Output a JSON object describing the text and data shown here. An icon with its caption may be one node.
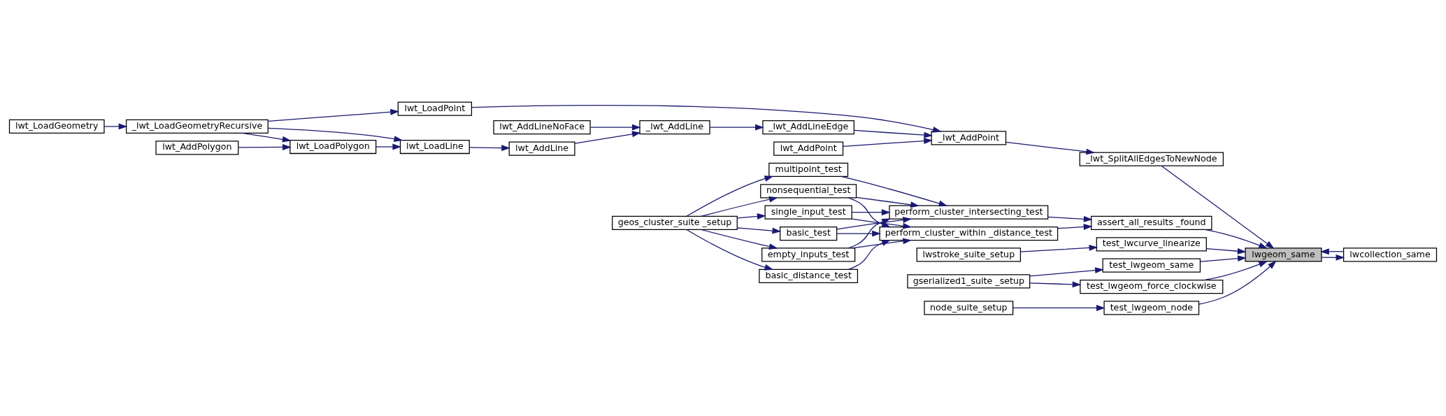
{
  "diagram": {
    "nodes": [
      {
        "text": [
          "lwt_LoadGeometry"
        ]
      },
      {
        "text": [
          "_lwt_LoadGeometryRecursive"
        ]
      },
      {
        "text": [
          "lwt_AddPolygon"
        ]
      },
      {
        "text": [
          "lwt_LoadPolygon"
        ]
      },
      {
        "text": [
          "lwt_LoadLine"
        ]
      },
      {
        "text": [
          "lwt_LoadPoint"
        ]
      },
      {
        "text": [
          "lwt_AddLine"
        ]
      },
      {
        "text": [
          "lwt_AddLineNoFace"
        ]
      },
      {
        "text": [
          "_lwt_AddLine"
        ]
      },
      {
        "text": [
          "_lwt_AddLineEdge"
        ]
      },
      {
        "text": [
          "lwt_AddPoint"
        ]
      },
      {
        "text": [
          "_lwt_AddPoint"
        ]
      },
      {
        "text": [
          "_lwt_SplitAllEdgesToNewNode"
        ]
      },
      {
        "text": [
          "geos_cluster_suite _setup"
        ]
      },
      {
        "text": [
          "basic_distance_test"
        ]
      },
      {
        "text": [
          "empty_inputs_test"
        ]
      },
      {
        "text": [
          "nonsequential_test"
        ]
      },
      {
        "text": [
          "single_input_test"
        ]
      },
      {
        "text": [
          "basic_test"
        ]
      },
      {
        "text": [
          "multipoint_test"
        ]
      },
      {
        "text": [
          "perform_cluster_within _distance_test"
        ]
      },
      {
        "text": [
          "perform_cluster_intersecting_test"
        ]
      },
      {
        "text": [
          "assert_all_results _found"
        ]
      },
      {
        "text": [
          "lwstroke_suite_setup"
        ]
      },
      {
        "text": [
          "gserialized1_suite _setup"
        ]
      },
      {
        "text": [
          "node_suite_setup"
        ]
      },
      {
        "text": [
          "lwcollection_same"
        ]
      },
      {
        "text": [
          "test_lwcurve_linearize"
        ]
      },
      {
        "text": [
          "test_lwgeom_same"
        ]
      },
      {
        "text": [
          "test_lwgeom_force_clockwise"
        ]
      },
      {
        "text": [
          "test_lwgeom_node"
        ]
      },
      {
        "text": [
          "lwgeom_same"
        ]
      }
    ],
    "edges": [
      {
        "from": 0,
        "to": 1,
        "arrow": "to"
      },
      {
        "from": 1,
        "to": 3,
        "arrow": "to"
      },
      {
        "from": 1,
        "to": 4,
        "arrow": "to"
      },
      {
        "from": 1,
        "to": 5,
        "arrow": "to"
      },
      {
        "from": 2,
        "to": 3,
        "arrow": "to"
      },
      {
        "from": 3,
        "to": 4,
        "arrow": "to"
      },
      {
        "from": 4,
        "to": 6,
        "arrow": "to"
      },
      {
        "from": 6,
        "to": 8,
        "arrow": "to"
      },
      {
        "from": 7,
        "to": 8,
        "arrow": "to"
      },
      {
        "from": 8,
        "to": 9,
        "arrow": "to"
      },
      {
        "from": 9,
        "to": 11,
        "arrow": "to"
      },
      {
        "from": 5,
        "to": 11,
        "arrow": "to"
      },
      {
        "from": 10,
        "to": 11,
        "arrow": "to"
      },
      {
        "from": 11,
        "to": 12,
        "arrow": "to"
      },
      {
        "from": 12,
        "to": 31,
        "arrow": "to"
      },
      {
        "from": 13,
        "to": 14,
        "arrow": "to"
      },
      {
        "from": 13,
        "to": 15,
        "arrow": "to"
      },
      {
        "from": 13,
        "to": 16,
        "arrow": "to"
      },
      {
        "from": 13,
        "to": 17,
        "arrow": "to"
      },
      {
        "from": 13,
        "to": 18,
        "arrow": "to"
      },
      {
        "from": 13,
        "to": 19,
        "arrow": "to"
      },
      {
        "from": 14,
        "to": 20,
        "arrow": "to"
      },
      {
        "from": 15,
        "to": 20,
        "arrow": "to"
      },
      {
        "from": 16,
        "to": 20,
        "arrow": "to"
      },
      {
        "from": 17,
        "to": 20,
        "arrow": "to"
      },
      {
        "from": 18,
        "to": 20,
        "arrow": "to"
      },
      {
        "from": 15,
        "to": 21,
        "arrow": "to"
      },
      {
        "from": 16,
        "to": 21,
        "arrow": "to"
      },
      {
        "from": 17,
        "to": 21,
        "arrow": "to"
      },
      {
        "from": 18,
        "to": 21,
        "arrow": "to"
      },
      {
        "from": 19,
        "to": 21,
        "arrow": "to"
      },
      {
        "from": 20,
        "to": 22,
        "arrow": "to"
      },
      {
        "from": 21,
        "to": 22,
        "arrow": "to"
      },
      {
        "from": 22,
        "to": 31,
        "arrow": "to"
      },
      {
        "from": 26,
        "to": 31,
        "arrow": "to"
      },
      {
        "from": 31,
        "to": 26,
        "arrow": "to"
      },
      {
        "from": 23,
        "to": 27,
        "arrow": "to"
      },
      {
        "from": 27,
        "to": 31,
        "arrow": "to"
      },
      {
        "from": 24,
        "to": 28,
        "arrow": "to"
      },
      {
        "from": 24,
        "to": 29,
        "arrow": "to"
      },
      {
        "from": 28,
        "to": 31,
        "arrow": "to"
      },
      {
        "from": 29,
        "to": 31,
        "arrow": "to"
      },
      {
        "from": 25,
        "to": 30,
        "arrow": "to"
      },
      {
        "from": 30,
        "to": 31,
        "arrow": "to"
      }
    ]
  }
}
